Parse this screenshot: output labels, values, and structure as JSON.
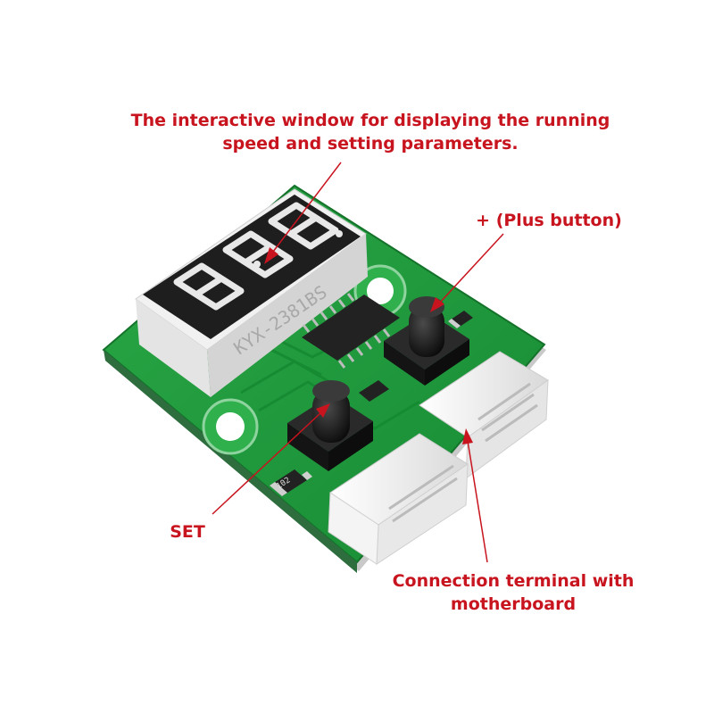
{
  "labels": {
    "display_line1": "The interactive window for displaying the running",
    "display_line2": "speed and setting parameters.",
    "plus_button": "+ (Plus button)",
    "set": "SET",
    "connection_line1": "Connection terminal with",
    "connection_line2": "motherboard"
  },
  "display": {
    "digits": "888",
    "part_number": "KYX-2381BS",
    "segment_color": "#e8e8e8",
    "body_color": "#1e1e1e"
  },
  "components": {
    "resistor_code": "102"
  },
  "colors": {
    "label_text": "#c8141e",
    "pcb": "#1f9a3c",
    "connector": "#f2f2f2",
    "button": "#1a1a1a"
  }
}
